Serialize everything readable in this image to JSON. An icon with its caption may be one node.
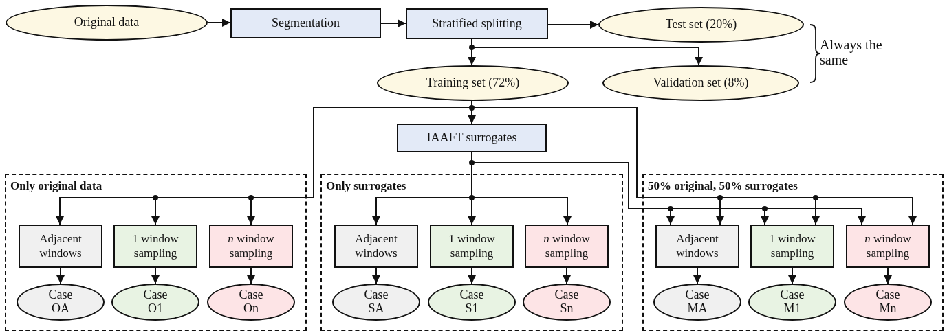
{
  "diagram": {
    "nodes": [
      {
        "text": [
          "Original data"
        ]
      },
      {
        "text": [
          "Segmentation"
        ]
      },
      {
        "text": [
          "Stratified splitting"
        ]
      },
      {
        "text": [
          "Test set (20%)"
        ]
      },
      {
        "text": [
          "Training set (72%)"
        ]
      },
      {
        "text": [
          "Validation set (8%)"
        ]
      },
      {
        "text": [
          "IAAFT surrogates"
        ]
      },
      {
        "text": [
          "Only original data"
        ]
      },
      {
        "text": [
          "Adjacent windows"
        ],
        "in": 7
      },
      {
        "text": [
          "1 window sampling"
        ],
        "in": 7
      },
      {
        "text": [
          "*n* window sampling"
        ],
        "in": 7
      },
      {
        "text": [
          "Case OA"
        ],
        "in": 7
      },
      {
        "text": [
          "Case O1"
        ],
        "in": 7
      },
      {
        "text": [
          "Case On"
        ],
        "in": 7
      },
      {
        "text": [
          "Only surrogates"
        ]
      },
      {
        "text": [
          "Adjacent windows"
        ],
        "in": 14
      },
      {
        "text": [
          "1 window sampling"
        ],
        "in": 14
      },
      {
        "text": [
          "*n* window sampling"
        ],
        "in": 14
      },
      {
        "text": [
          "Case SA"
        ],
        "in": 14
      },
      {
        "text": [
          "Case S1"
        ],
        "in": 14
      },
      {
        "text": [
          "Case Sn"
        ],
        "in": 14
      },
      {
        "text": [
          "50% original, 50% surrogates"
        ]
      },
      {
        "text": [
          "Adjacent windows"
        ],
        "in": 21
      },
      {
        "text": [
          "1 window sampling"
        ],
        "in": 21
      },
      {
        "text": [
          "*n* window sampling"
        ],
        "in": 21
      },
      {
        "text": [
          "Case MA"
        ],
        "in": 21
      },
      {
        "text": [
          "Case M1"
        ],
        "in": 21
      },
      {
        "text": [
          "Case Mn"
        ],
        "in": 21
      }
    ],
    "edges": [
      {
        "from": 0,
        "to": 1,
        "arrow": "to"
      },
      {
        "from": 1,
        "to": 2,
        "arrow": "to"
      },
      {
        "from": 2,
        "to": 3,
        "arrow": "to"
      },
      {
        "from": 2,
        "to": 4,
        "arrow": "to"
      },
      {
        "from": 2,
        "to": 5,
        "arrow": "to"
      },
      {
        "from": 4,
        "to": 6,
        "arrow": "to"
      },
      {
        "from": 4,
        "to": 8,
        "arrow": "to"
      },
      {
        "from": 4,
        "to": 9,
        "arrow": "to"
      },
      {
        "from": 4,
        "to": 10,
        "arrow": "to"
      },
      {
        "from": 4,
        "to": 22,
        "arrow": "to"
      },
      {
        "from": 4,
        "to": 23,
        "arrow": "to"
      },
      {
        "from": 4,
        "to": 24,
        "arrow": "to"
      },
      {
        "from": 6,
        "to": 15,
        "arrow": "to"
      },
      {
        "from": 6,
        "to": 16,
        "arrow": "to"
      },
      {
        "from": 6,
        "to": 17,
        "arrow": "to"
      },
      {
        "from": 6,
        "to": 22,
        "arrow": "to"
      },
      {
        "from": 6,
        "to": 23,
        "arrow": "to"
      },
      {
        "from": 6,
        "to": 24,
        "arrow": "to"
      },
      {
        "from": 8,
        "to": 11,
        "arrow": "to"
      },
      {
        "from": 9,
        "to": 12,
        "arrow": "to"
      },
      {
        "from": 10,
        "to": 13,
        "arrow": "to"
      },
      {
        "from": 15,
        "to": 18,
        "arrow": "to"
      },
      {
        "from": 16,
        "to": 19,
        "arrow": "to"
      },
      {
        "from": 17,
        "to": 20,
        "arrow": "to"
      },
      {
        "from": 22,
        "to": 25,
        "arrow": "to"
      },
      {
        "from": 23,
        "to": 26,
        "arrow": "to"
      },
      {
        "from": 24,
        "to": 27,
        "arrow": "to"
      }
    ],
    "labels": [
      "Always the same"
    ]
  }
}
